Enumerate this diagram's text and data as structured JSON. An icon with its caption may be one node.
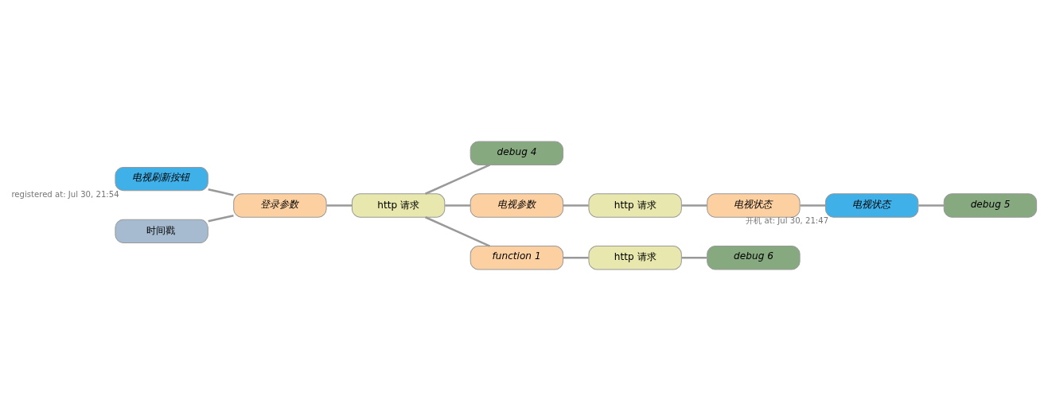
{
  "diagram": {
    "nodes": [
      {
        "text": [
          "电视刷新按钮"
        ],
        "beside": [
          "registered at: Jul 30, 21:54"
        ]
      },
      {
        "text": [
          "时间戳"
        ]
      },
      {
        "text": [
          "登录参数"
        ]
      },
      {
        "text": [
          "http 请求"
        ]
      },
      {
        "text": [
          "debug 4"
        ]
      },
      {
        "text": [
          "电视参数"
        ]
      },
      {
        "text": [
          "http 请求"
        ]
      },
      {
        "text": [
          "电视状态"
        ]
      },
      {
        "text": [
          "电视状态"
        ],
        "beside": [
          "开机 at: Jul 30, 21:47"
        ]
      },
      {
        "text": [
          "debug 5"
        ]
      },
      {
        "text": [
          "function 1"
        ]
      },
      {
        "text": [
          "http 请求"
        ]
      },
      {
        "text": [
          "debug 6"
        ]
      }
    ],
    "edges": [
      {
        "from": 0,
        "to": 2,
        "arrow": "none"
      },
      {
        "from": 1,
        "to": 2,
        "arrow": "none"
      },
      {
        "from": 2,
        "to": 3,
        "arrow": "none"
      },
      {
        "from": 3,
        "to": 4,
        "arrow": "none"
      },
      {
        "from": 3,
        "to": 5,
        "arrow": "none"
      },
      {
        "from": 3,
        "to": 10,
        "arrow": "none"
      },
      {
        "from": 5,
        "to": 6,
        "arrow": "none"
      },
      {
        "from": 6,
        "to": 7,
        "arrow": "none"
      },
      {
        "from": 7,
        "to": 8,
        "arrow": "none"
      },
      {
        "from": 8,
        "to": 9,
        "arrow": "none"
      },
      {
        "from": 10,
        "to": 11,
        "arrow": "none"
      },
      {
        "from": 11,
        "to": 12,
        "arrow": "none"
      }
    ]
  }
}
